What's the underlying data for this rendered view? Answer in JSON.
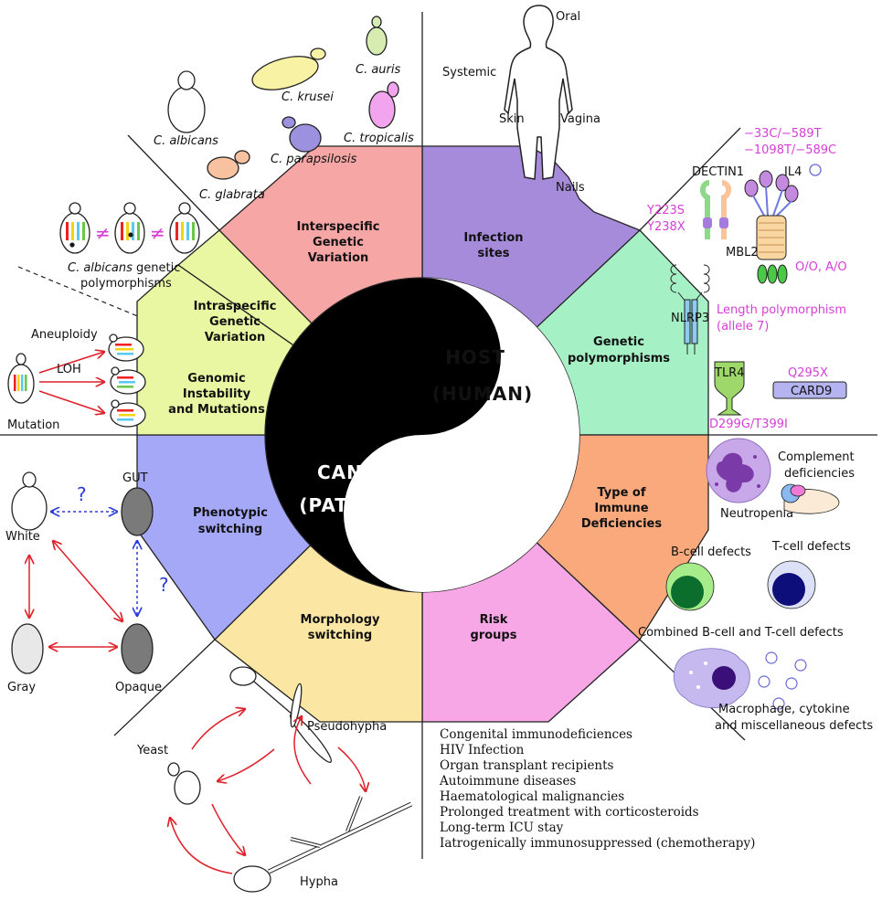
{
  "center": {
    "host_1": "HOST",
    "host_2": "(HUMAN)",
    "pathogen_1": "CANDIDA",
    "pathogen_2": "(PATHOGEN)"
  },
  "segments": {
    "infection": [
      "Infection",
      "sites"
    ],
    "genetic": [
      "Genetic",
      "polymorphisms"
    ],
    "immune": [
      "Type of",
      "Immune",
      "Deficiencies"
    ],
    "risk": [
      "Risk",
      "groups"
    ],
    "morphology": [
      "Morphology",
      "switching"
    ],
    "phenotypic": [
      "Phenotypic",
      "switching"
    ],
    "genomic": [
      "Genomic",
      "Instability",
      "and Mutations"
    ],
    "intraspecific": [
      "Intraspecific",
      "Genetic",
      "Variation"
    ],
    "interspecific": [
      "Interspecific",
      "Genetic",
      "Variation"
    ]
  },
  "species": {
    "albicans": "C. albicans",
    "krusei": "C. krusei",
    "auris": "C. auris",
    "tropicalis": "C. tropicalis",
    "parapsilosis": "C. parapsilosis",
    "glabrata": "C. glabrata"
  },
  "intraspecific_caption": {
    "species": "C. albicans",
    "line1_rest": " genetic",
    "line2": "polymorphisms",
    "neq": "≠"
  },
  "infection_sites": {
    "oral": "Oral",
    "systemic": "Systemic",
    "skin": "Skin",
    "vagina": "Vagina",
    "nails": "Nails"
  },
  "polymorphisms": {
    "dectin1": "DECTIN1",
    "il4": "IL4",
    "il4_var1": "−33C/−589T",
    "il4_var2": "−1098T/−589C",
    "dectin_var1": "Y223S",
    "dectin_var2": "Y238X",
    "mbl2": "MBL2",
    "mbl2_var": "O/O, A/O",
    "nlrp3": "NLRP3",
    "nlrp3_var1": "Length polymorphism",
    "nlrp3_var2": "(allele 7)",
    "tlr4": "TLR4",
    "tlr4_var": "D299G/T399I",
    "card9": "CARD9",
    "card9_var": "Q295X"
  },
  "immune": {
    "neutropenia": "Neutropenia",
    "complement_1": "Complement",
    "complement_2": "deficiencies",
    "bcell": "B-cell defects",
    "tcell": "T-cell defects",
    "combined": "Combined B-cell and T-cell defects",
    "macro_1": "Macrophage, cytokine",
    "macro_2": "and miscellaneous defects"
  },
  "risk_groups": [
    "Congenital immunodeficiences",
    "HIV Infection",
    "Organ transplant recipients",
    "Autoimmune diseases",
    "Haematological malignancies",
    "Prolonged treatment with corticosteroids",
    "Long-term ICU stay",
    "Iatrogenically immunosuppressed (chemotherapy)"
  ],
  "genomic": {
    "aneuploidy": "Aneuploidy",
    "loh": "LOH",
    "mutation": "Mutation"
  },
  "phenotypic": {
    "white": "White",
    "gut": "GUT",
    "gray": "Gray",
    "opaque": "Opaque",
    "q1": "?",
    "q2": "?"
  },
  "morphology": {
    "yeast": "Yeast",
    "pseudohypha": "Pseudohypha",
    "hypha": "Hypha"
  },
  "colors": {
    "infection": "#a78bdb",
    "genetic": "#a6f0c6",
    "immune": "#f9a97c",
    "risk": "#f7a6e6",
    "morphology": "#fbe7a3",
    "phenotypic": "#a4a8f7",
    "genomic": "#eaf7a2",
    "interspecific": "#f7a6a6",
    "variant_text": "#d63fd6",
    "arrow": "#e0202a",
    "question": "#2a3bd8"
  }
}
